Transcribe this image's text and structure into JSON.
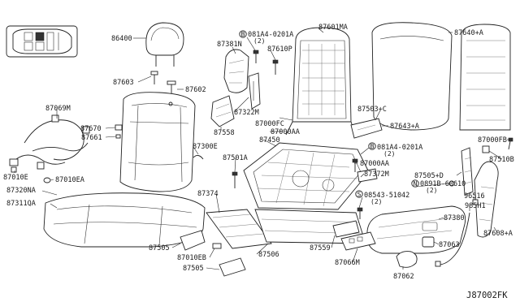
{
  "diagram": {
    "code": "J87002FK",
    "parts": [
      {
        "id": "p86400",
        "text": "86400"
      },
      {
        "id": "p87381N",
        "text": "87381N"
      },
      {
        "id": "p081A4_0201A_top",
        "text": "081A4-0201A"
      },
      {
        "id": "p081A4_0201A_top_qty",
        "text": "(2)"
      },
      {
        "id": "p87601MA",
        "text": "87601MA"
      },
      {
        "id": "p87640A",
        "text": "87640+A"
      },
      {
        "id": "p87610P",
        "text": "87610P"
      },
      {
        "id": "p87603",
        "text": "87603"
      },
      {
        "id": "p87602",
        "text": "87602"
      },
      {
        "id": "p87322M",
        "text": "87322M"
      },
      {
        "id": "p87069M",
        "text": "87069M"
      },
      {
        "id": "p87558",
        "text": "87558"
      },
      {
        "id": "p87000FC",
        "text": "87000FC"
      },
      {
        "id": "p87000AA_top",
        "text": "87000AA"
      },
      {
        "id": "p87503C",
        "text": "87503+C"
      },
      {
        "id": "p87643A",
        "text": "87643+A"
      },
      {
        "id": "p87670",
        "text": "87670"
      },
      {
        "id": "p87661",
        "text": "87661"
      },
      {
        "id": "p87450",
        "text": "87450"
      },
      {
        "id": "p081A4_0201A_mid",
        "text": "081A4-0201A"
      },
      {
        "id": "p081A4_0201A_mid_qty",
        "text": "(2)"
      },
      {
        "id": "p87000FB",
        "text": "87000FB"
      },
      {
        "id": "p87300E",
        "text": "87300E"
      },
      {
        "id": "p87000AA_mid",
        "text": "87000AA"
      },
      {
        "id": "p87501A",
        "text": "87501A"
      },
      {
        "id": "p87010E",
        "text": "87010E"
      },
      {
        "id": "p87010EA",
        "text": "87010EA"
      },
      {
        "id": "p87372M",
        "text": "87372M"
      },
      {
        "id": "p87505D",
        "text": "87505+D"
      },
      {
        "id": "p87510B",
        "text": "87510B"
      },
      {
        "id": "p87320NA",
        "text": "87320NA"
      },
      {
        "id": "p0891B_60610",
        "text": "0891B-60610"
      },
      {
        "id": "p0891B_60610_qty",
        "text": "(2)"
      },
      {
        "id": "p87374",
        "text": "87374"
      },
      {
        "id": "p96516",
        "text": "96516"
      },
      {
        "id": "p87311QA",
        "text": "87311QA"
      },
      {
        "id": "p08543_51042",
        "text": "08543-51042"
      },
      {
        "id": "p08543_51042_qty",
        "text": "(2)"
      },
      {
        "id": "p985H1",
        "text": "985H1"
      },
      {
        "id": "p87380",
        "text": "87380"
      },
      {
        "id": "p87608A",
        "text": "87608+A"
      },
      {
        "id": "p87505_top",
        "text": "87505"
      },
      {
        "id": "p87559",
        "text": "87559"
      },
      {
        "id": "p87063",
        "text": "87063"
      },
      {
        "id": "p87010EB",
        "text": "87010EB"
      },
      {
        "id": "p87506",
        "text": "87506"
      },
      {
        "id": "p87505_bot",
        "text": "87505"
      },
      {
        "id": "p87066M",
        "text": "87066M"
      },
      {
        "id": "p87062",
        "text": "87062"
      }
    ],
    "markers": {
      "bolt_prefix": "B",
      "screw_prefix": "S",
      "n_prefix": "N"
    }
  }
}
